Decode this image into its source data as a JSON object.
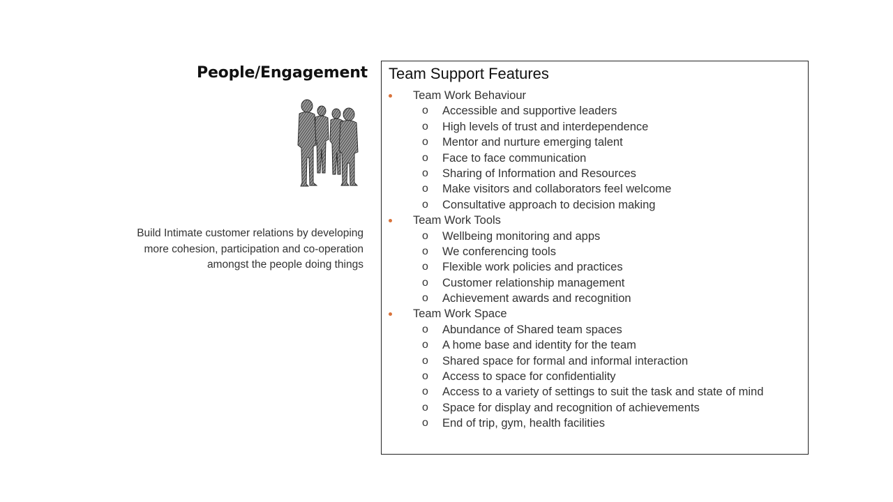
{
  "left": {
    "title": "People/Engagement",
    "description": "Build Intimate customer relations by developing more cohesion, participation and co-operation amongst the people doing things"
  },
  "panel": {
    "title": "Team Support Features",
    "item_marker": "o",
    "bullet_color": "#d9733b",
    "sections": [
      {
        "heading": "Team Work Behaviour",
        "items": [
          "Accessible and supportive leaders",
          "High levels of trust and interdependence",
          "Mentor and nurture emerging talent",
          "Face to face communication",
          "Sharing of Information and Resources",
          "Make visitors and collaborators feel welcome",
          "Consultative approach to decision making"
        ]
      },
      {
        "heading": "Team Work Tools",
        "items": [
          "Wellbeing monitoring and apps",
          "We conferencing tools",
          "Flexible work policies and practices",
          "Customer relationship management",
          "Achievement awards and recognition"
        ]
      },
      {
        "heading": "Team Work Space",
        "items": [
          "Abundance of Shared team spaces",
          "A home base and identity for the team",
          "Shared space for formal and informal interaction",
          "Access to space for confidentiality",
          "Access to a variety of settings to suit the task and state of mind",
          "Space for display and recognition of achievements",
          "End of trip, gym, health facilities"
        ]
      }
    ]
  }
}
